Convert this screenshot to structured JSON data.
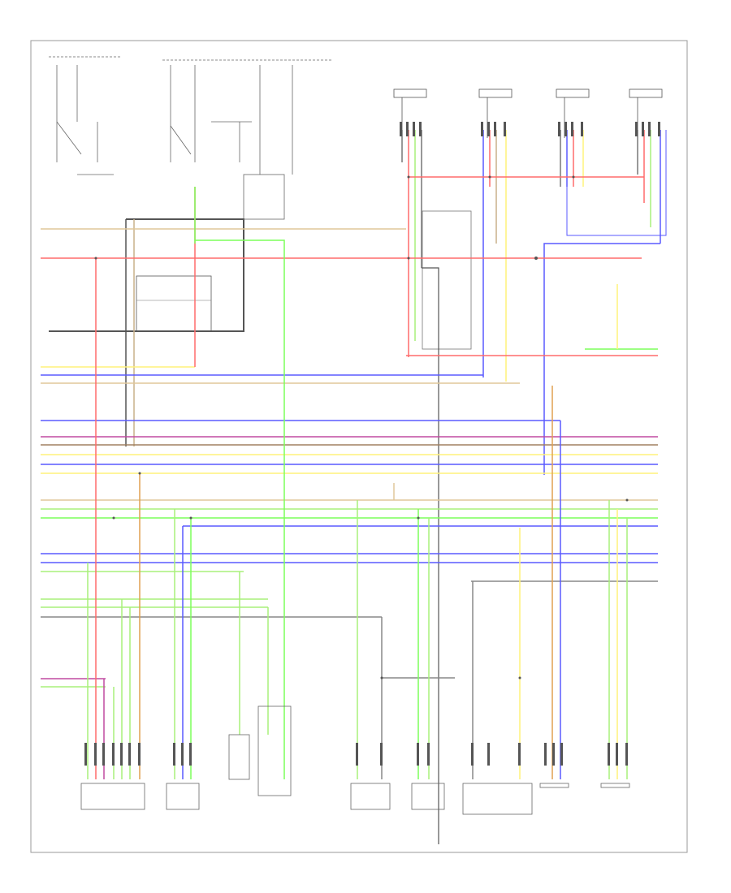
{
  "diagram": {
    "colors": {
      "red": "#ff6b6b",
      "pink": "#ff9aa0",
      "blue": "#5a5aff",
      "lightblue": "#8a8aff",
      "green": "#7cff5a",
      "lightgreen": "#a8f07a",
      "yellow": "#fff27a",
      "tan": "#e0c79a",
      "orange": "#f0a850",
      "black": "#555555",
      "violet": "#c04aa0",
      "gray": "#b0b0b0",
      "frame": "#999999"
    },
    "top_sensors": [
      {
        "id": "sensor-a"
      },
      {
        "id": "sensor-b"
      },
      {
        "id": "sensor-c"
      },
      {
        "id": "sensor-d"
      }
    ],
    "bottom_components": [
      {
        "id": "comp-1"
      },
      {
        "id": "comp-2"
      },
      {
        "id": "comp-3"
      },
      {
        "id": "comp-4"
      },
      {
        "id": "comp-5"
      },
      {
        "id": "comp-6"
      },
      {
        "id": "comp-7"
      },
      {
        "id": "comp-8"
      },
      {
        "id": "comp-9"
      }
    ]
  }
}
